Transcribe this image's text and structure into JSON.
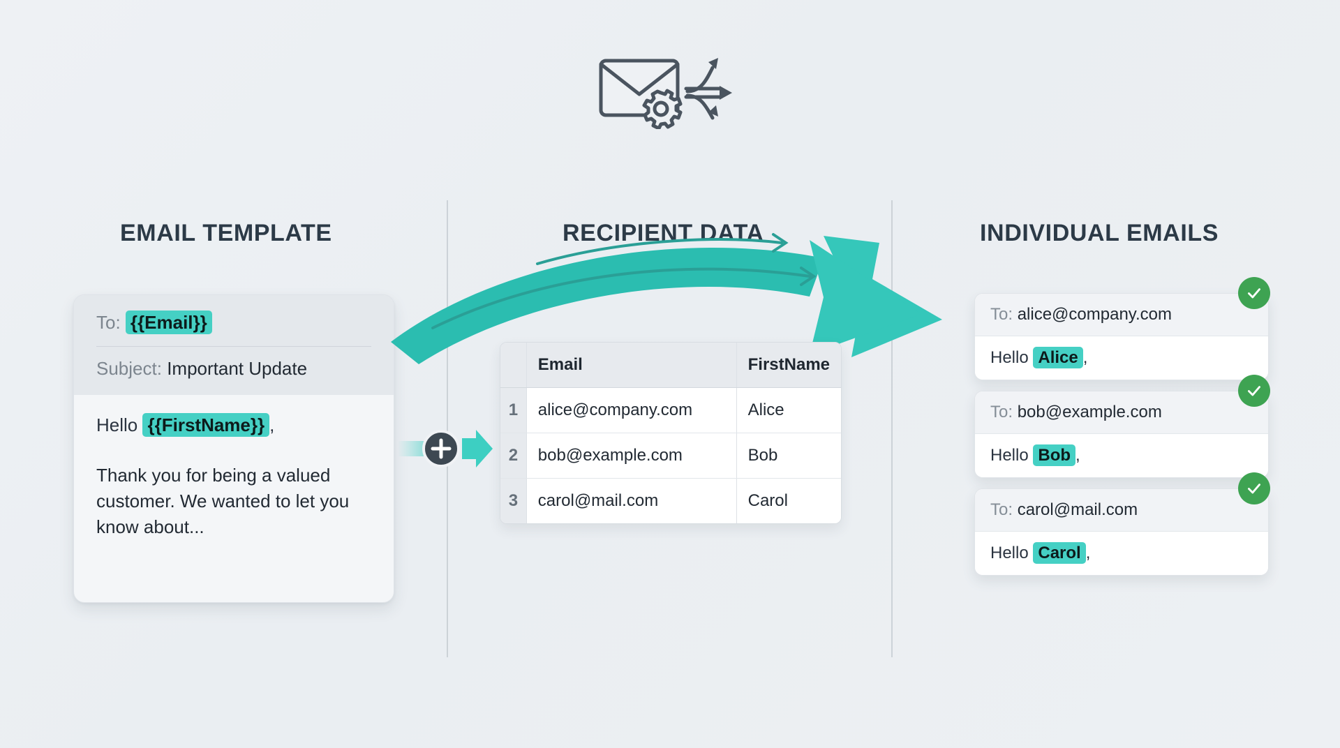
{
  "header": {
    "icon": "envelope-gear-arrows-icon"
  },
  "columns": {
    "template_title": "EMAIL TEMPLATE",
    "data_title": "RECIPIENT DATA",
    "output_title": "INDIVIDUAL EMAILS"
  },
  "template": {
    "to_label": "To:",
    "to_value": "{{Email}}",
    "subject_label": "Subject:",
    "subject_value": "Important Update",
    "greeting_prefix": "Hello",
    "greeting_token": "{{FirstName}}",
    "greeting_suffix": ",",
    "body_text": "Thank you for being a valued customer. We wanted to let you know about..."
  },
  "connector": {
    "plus_label": "+",
    "icon": "plus-circle-icon",
    "arrow_icon": "arrow-right-icon"
  },
  "table": {
    "headers": [
      "",
      "Email",
      "FirstName"
    ],
    "rows": [
      {
        "index": "1",
        "email": "alice@company.com",
        "first_name": "Alice"
      },
      {
        "index": "2",
        "email": "bob@example.com",
        "first_name": "Bob"
      },
      {
        "index": "3",
        "email": "carol@mail.com",
        "first_name": "Carol"
      }
    ]
  },
  "outputs": [
    {
      "to_label": "To:",
      "to_value": "alice@company.com",
      "greeting_prefix": "Hello",
      "greeting_name": "Alice",
      "greeting_suffix": ",",
      "status": "sent"
    },
    {
      "to_label": "To:",
      "to_value": "bob@example.com",
      "greeting_prefix": "Hello",
      "greeting_name": "Bob",
      "greeting_suffix": ",",
      "status": "sent"
    },
    {
      "to_label": "To:",
      "to_value": "carol@mail.com",
      "greeting_prefix": "Hello",
      "greeting_name": "Carol",
      "greeting_suffix": ",",
      "status": "sent"
    }
  ],
  "colors": {
    "accent_teal": "#45d0c4",
    "arrow_teal": "#2bbdb0",
    "success_green": "#3ea352",
    "heading": "#2c3a47",
    "background": "#eef1f4"
  }
}
